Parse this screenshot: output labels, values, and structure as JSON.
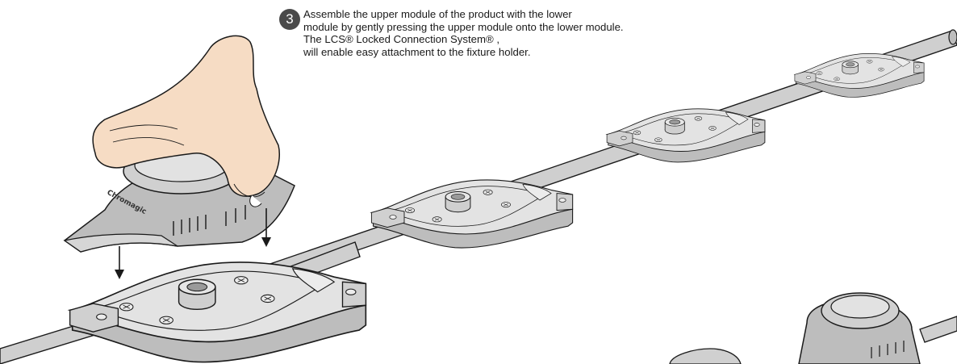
{
  "step": {
    "number": "3",
    "lines": [
      "Assemble the upper module of the product with the lower",
      "module by gently pressing the upper module onto the lower module.",
      "The LCS® Locked Connection System® ,",
      "will enable easy attachment to the fixture holder."
    ]
  },
  "illustration": {
    "brand_mark": "Chromagic",
    "colors": {
      "module_fill": "#d3d3d3",
      "module_plate": "#e6e6e6",
      "cable_fill": "#cfcfcf",
      "hand_fill": "#f6dcc4",
      "outline": "#1a1a1a"
    }
  }
}
